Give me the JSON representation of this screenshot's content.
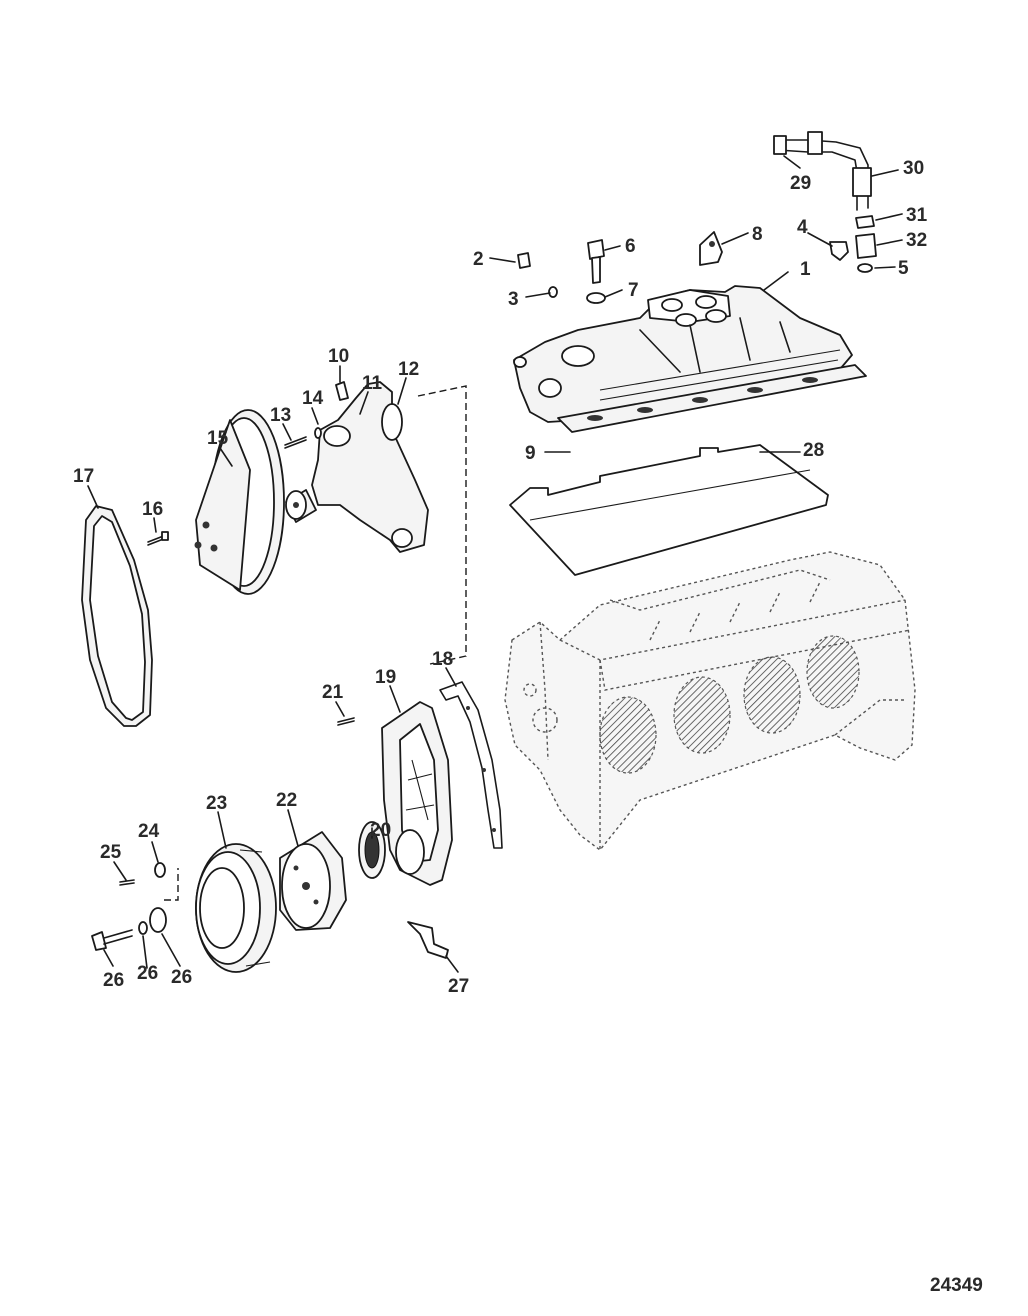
{
  "figure_number": "24349",
  "callouts": [
    {
      "id": "c1",
      "text": "1"
    },
    {
      "id": "c2",
      "text": "2"
    },
    {
      "id": "c3",
      "text": "3"
    },
    {
      "id": "c4",
      "text": "4"
    },
    {
      "id": "c5",
      "text": "5"
    },
    {
      "id": "c6",
      "text": "6"
    },
    {
      "id": "c7",
      "text": "7"
    },
    {
      "id": "c8",
      "text": "8"
    },
    {
      "id": "c9",
      "text": "9"
    },
    {
      "id": "c10",
      "text": "10"
    },
    {
      "id": "c11",
      "text": "11"
    },
    {
      "id": "c12",
      "text": "12"
    },
    {
      "id": "c13",
      "text": "13"
    },
    {
      "id": "c14",
      "text": "14"
    },
    {
      "id": "c15",
      "text": "15"
    },
    {
      "id": "c16",
      "text": "16"
    },
    {
      "id": "c17",
      "text": "17"
    },
    {
      "id": "c18",
      "text": "18"
    },
    {
      "id": "c19",
      "text": "19"
    },
    {
      "id": "c20",
      "text": "20"
    },
    {
      "id": "c21",
      "text": "21"
    },
    {
      "id": "c22",
      "text": "22"
    },
    {
      "id": "c23",
      "text": "23"
    },
    {
      "id": "c24",
      "text": "24"
    },
    {
      "id": "c25",
      "text": "25"
    },
    {
      "id": "c26a",
      "text": "26"
    },
    {
      "id": "c26b",
      "text": "26"
    },
    {
      "id": "c26c",
      "text": "26"
    },
    {
      "id": "c27",
      "text": "27"
    },
    {
      "id": "c28",
      "text": "28"
    },
    {
      "id": "c29",
      "text": "29"
    },
    {
      "id": "c30",
      "text": "30"
    },
    {
      "id": "c31",
      "text": "31"
    },
    {
      "id": "c32",
      "text": "32"
    }
  ]
}
